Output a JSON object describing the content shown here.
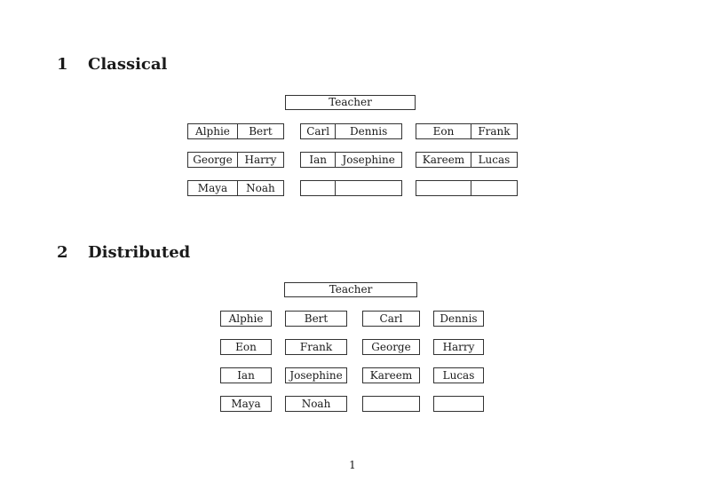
{
  "page": {
    "page_number": "1"
  },
  "colors": {
    "background": "#ffffff",
    "text": "#1a1a1a",
    "border": "#333333"
  },
  "sections": [
    {
      "number": "1",
      "title": "Classical",
      "teacher_label": "Teacher",
      "rows": [
        [
          [
            "Alphie",
            "Bert"
          ],
          [
            "Carl",
            "Dennis"
          ],
          [
            "Eon",
            "Frank"
          ]
        ],
        [
          [
            "George",
            "Harry"
          ],
          [
            "Ian",
            "Josephine"
          ],
          [
            "Kareem",
            "Lucas"
          ]
        ],
        [
          [
            "Maya",
            "Noah"
          ],
          [
            "",
            ""
          ],
          [
            "",
            ""
          ]
        ]
      ]
    },
    {
      "number": "2",
      "title": "Distributed",
      "teacher_label": "Teacher",
      "rows": [
        [
          "Alphie",
          "Bert",
          "Carl",
          "Dennis"
        ],
        [
          "Eon",
          "Frank",
          "George",
          "Harry"
        ],
        [
          "Ian",
          "Josephine",
          "Kareem",
          "Lucas"
        ],
        [
          "Maya",
          "Noah",
          "",
          ""
        ]
      ]
    }
  ]
}
